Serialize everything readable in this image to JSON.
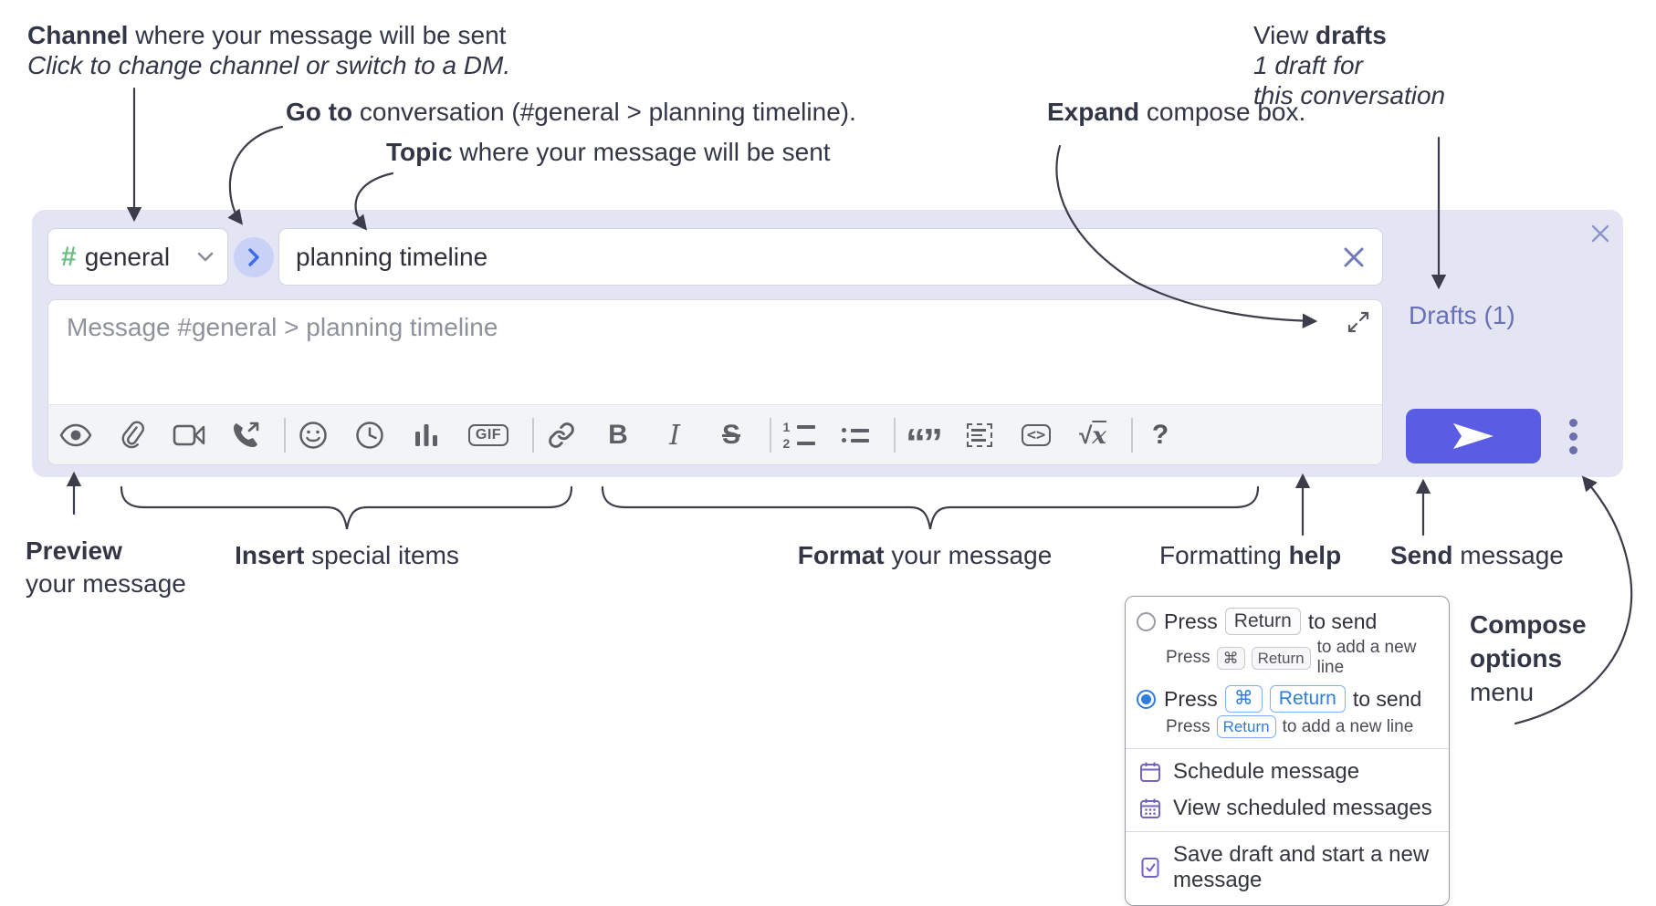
{
  "annotations": {
    "channel": {
      "bold": "Channel",
      "rest": " where your message will be sent",
      "line2": "Click to change channel or switch to a DM."
    },
    "goto": {
      "bold": "Go to",
      "rest": " conversation (#general > planning timeline)."
    },
    "topic": {
      "bold": "Topic",
      "rest": " where your message will be sent"
    },
    "expand": {
      "bold": "Expand",
      "rest": " compose box."
    },
    "view_drafts": {
      "line1_regular": "View ",
      "line1_bold": "drafts",
      "line2": "1 draft for",
      "line3": "this conversation"
    },
    "preview": {
      "bold": "Preview",
      "line2": "your message"
    },
    "insert": {
      "bold": "Insert",
      "rest": " special items"
    },
    "format": {
      "bold": "Format",
      "rest": " your message"
    },
    "formatting_help": {
      "regular": "Formatting ",
      "bold": "help"
    },
    "send": {
      "bold": "Send",
      "rest": " message"
    },
    "compose_options": {
      "line1": "Compose",
      "line2": "options",
      "line3": "menu"
    }
  },
  "compose": {
    "channel_hash": "#",
    "channel_name": "general",
    "topic_value": "planning timeline",
    "message_placeholder": "Message #general > planning timeline",
    "drafts_label": "Drafts (1)"
  },
  "toolbar_glyphs": {
    "gif": "GIF",
    "bold": "B",
    "italic": "I",
    "strikethrough": "S",
    "ol_num1": "1",
    "ol_num2": "2",
    "quote": "“”",
    "code": "<>",
    "math_root": "√",
    "math_x": "x",
    "help": "?"
  },
  "popup": {
    "option1": {
      "press": "Press",
      "key_return": "Return",
      "to_send": "to send",
      "sub_press": "Press",
      "sub_key_cmd": "⌘",
      "sub_key_return": "Return",
      "sub_suffix": "to add a new line"
    },
    "option2": {
      "press": "Press",
      "key_cmd": "⌘",
      "key_return": "Return",
      "to_send": "to send",
      "sub_press": "Press",
      "sub_key_return": "Return",
      "sub_suffix": "to add a new line"
    },
    "items": {
      "schedule": "Schedule message",
      "view_scheduled": "View scheduled messages",
      "save_draft": "Save draft and start a new message"
    }
  },
  "colors": {
    "compose_bg": "#e3e5f3",
    "send_button": "#5b5ce4",
    "drafts_link": "#6a70b8",
    "channel_hash_green": "#6dbd85",
    "goto_chevron_blue": "#3d6ceb",
    "radio_selected_blue": "#2e7de1",
    "menu_icon_purple": "#7164c9",
    "annotation_text": "#333646"
  }
}
